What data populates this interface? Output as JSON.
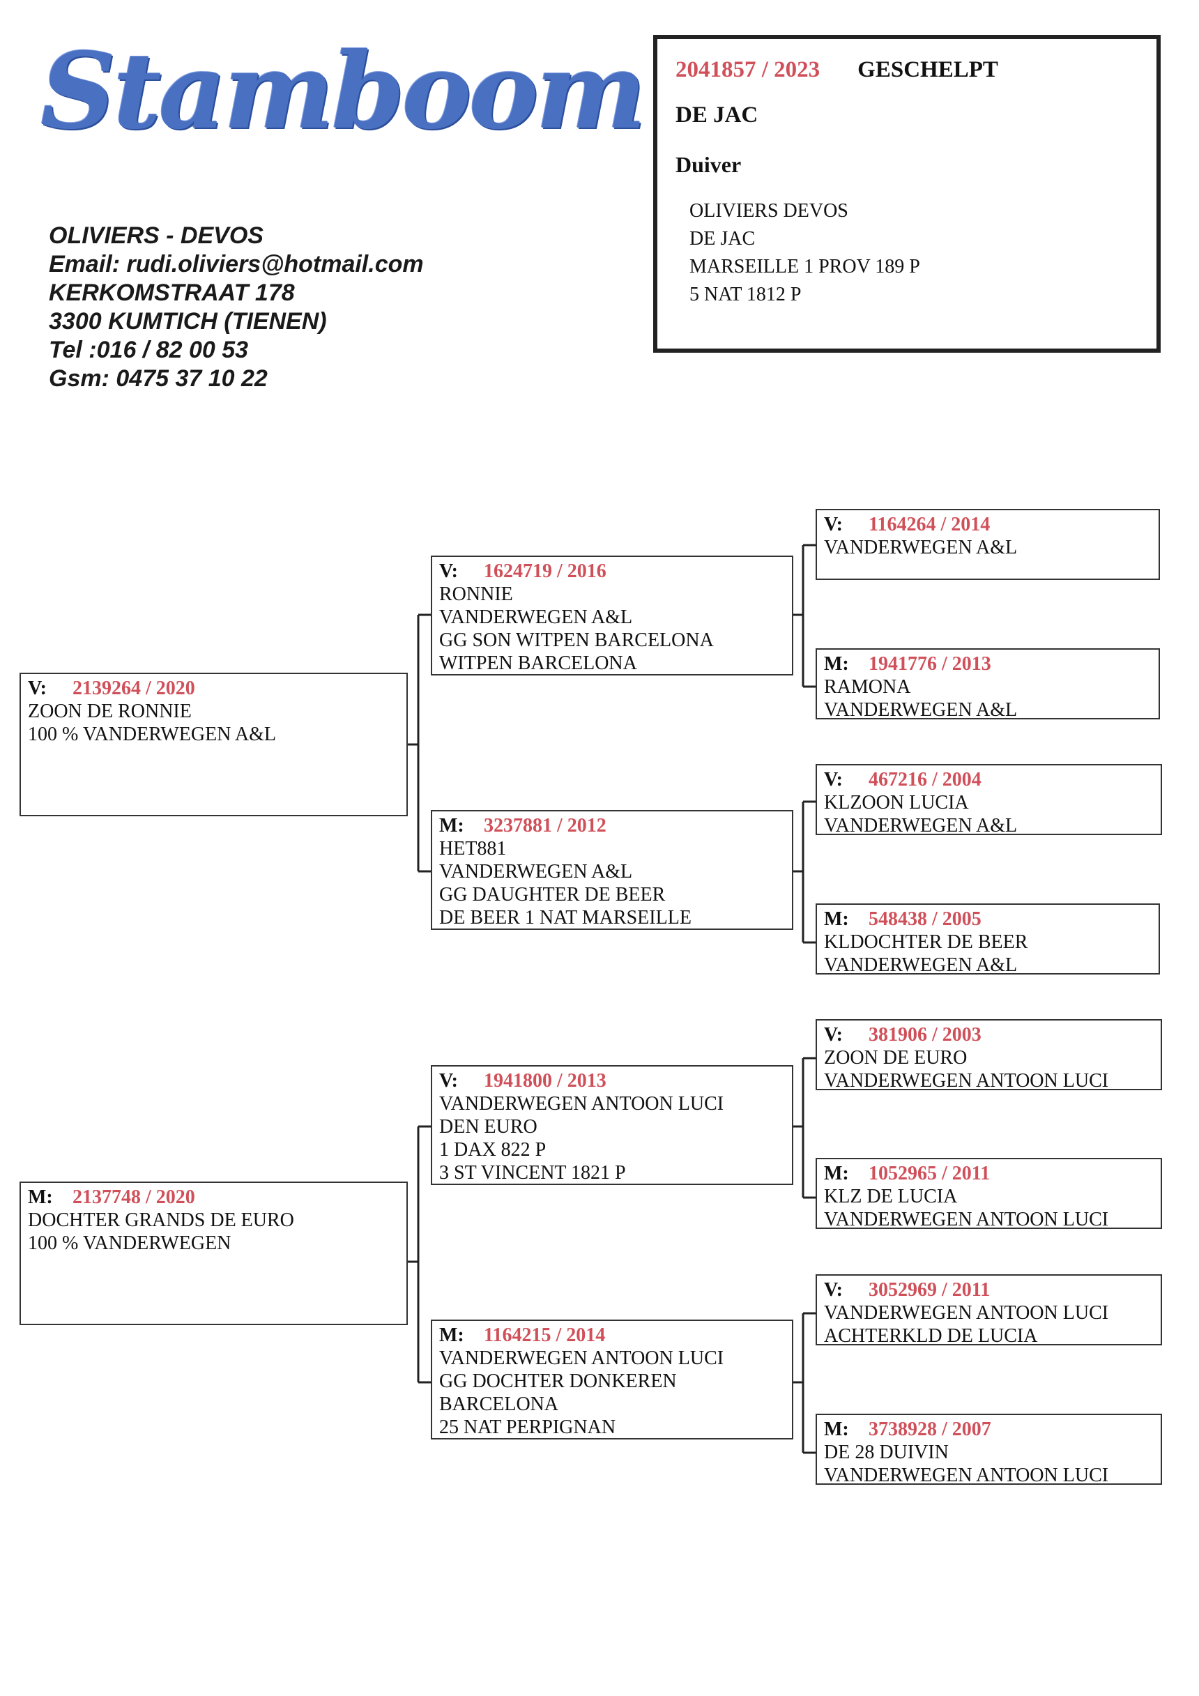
{
  "logo": {
    "text": "Stamboom"
  },
  "owner": {
    "name": "OLIVIERS - DEVOS",
    "email": "Email: rudi.oliviers@hotmail.com",
    "street": "KERKOMSTRAAT 178",
    "city": "3300 KUMTICH (TIENEN)",
    "tel": "Tel :016 / 82 00 53",
    "gsm": "Gsm: 0475 37 10 22"
  },
  "bird": {
    "ring": "2041857 / 2023",
    "color": "GESCHELPT",
    "name": "DE JAC",
    "sex": "Duiver",
    "lines": [
      "OLIVIERS DEVOS",
      "DE JAC",
      "MARSEILLE 1 PROV  189 P",
      "5  NAT 1812 P"
    ]
  },
  "pedigree": {
    "sire": {
      "label": "V:",
      "ring": "2139264 / 2020",
      "lines": [
        "ZOON DE RONNIE",
        "100 % VANDERWEGEN A&L"
      ]
    },
    "dam": {
      "label": "M:",
      "ring": "2137748 / 2020",
      "lines": [
        "DOCHTER GRANDS DE EURO",
        "100 % VANDERWEGEN"
      ]
    },
    "ss": {
      "label": "V:",
      "ring": "1624719 / 2016",
      "lines": [
        "RONNIE",
        "VANDERWEGEN A&L",
        "GG SON WITPEN BARCELONA",
        "WITPEN BARCELONA"
      ]
    },
    "sd": {
      "label": "M:",
      "ring": "3237881 / 2012",
      "lines": [
        "HET881",
        "VANDERWEGEN A&L",
        "GG DAUGHTER DE BEER",
        "DE BEER 1  NAT MARSEILLE"
      ]
    },
    "ds": {
      "label": "V:",
      "ring": "1941800 / 2013",
      "lines": [
        "VANDERWEGEN ANTOON LUCI",
        "DEN EURO",
        "1  DAX 822 P",
        "3 ST VINCENT 1821 P"
      ]
    },
    "dd": {
      "label": "M:",
      "ring": "1164215 / 2014",
      "lines": [
        "VANDERWEGEN ANTOON LUCI",
        "GG DOCHTER DONKEREN",
        "BARCELONA",
        "25 NAT PERPIGNAN"
      ]
    },
    "sss": {
      "label": "V:",
      "ring": "1164264 / 2014",
      "lines": [
        "VANDERWEGEN A&L"
      ]
    },
    "ssd": {
      "label": "M:",
      "ring": "1941776 / 2013",
      "lines": [
        "RAMONA",
        "VANDERWEGEN A&L"
      ]
    },
    "sds": {
      "label": "V:",
      "ring": "467216 / 2004",
      "lines": [
        "KLZOON LUCIA",
        "VANDERWEGEN A&L"
      ]
    },
    "sdd": {
      "label": "M:",
      "ring": "548438 / 2005",
      "lines": [
        "KLDOCHTER DE BEER",
        "VANDERWEGEN A&L"
      ]
    },
    "dss": {
      "label": "V:",
      "ring": "381906 / 2003",
      "lines": [
        "ZOON DE EURO",
        "VANDERWEGEN ANTOON LUCI"
      ]
    },
    "dsd": {
      "label": "M:",
      "ring": "1052965 / 2011",
      "lines": [
        "KLZ DE LUCIA",
        "VANDERWEGEN ANTOON LUCI"
      ]
    },
    "dds": {
      "label": "V:",
      "ring": "3052969 / 2011",
      "lines": [
        "VANDERWEGEN ANTOON LUCI",
        "ACHTERKLD DE LUCIA"
      ]
    },
    "ddd": {
      "label": "M:",
      "ring": "3738928 / 2007",
      "lines": [
        "DE 28  DUIVIN",
        "VANDERWEGEN ANTOON LUCI"
      ]
    }
  }
}
